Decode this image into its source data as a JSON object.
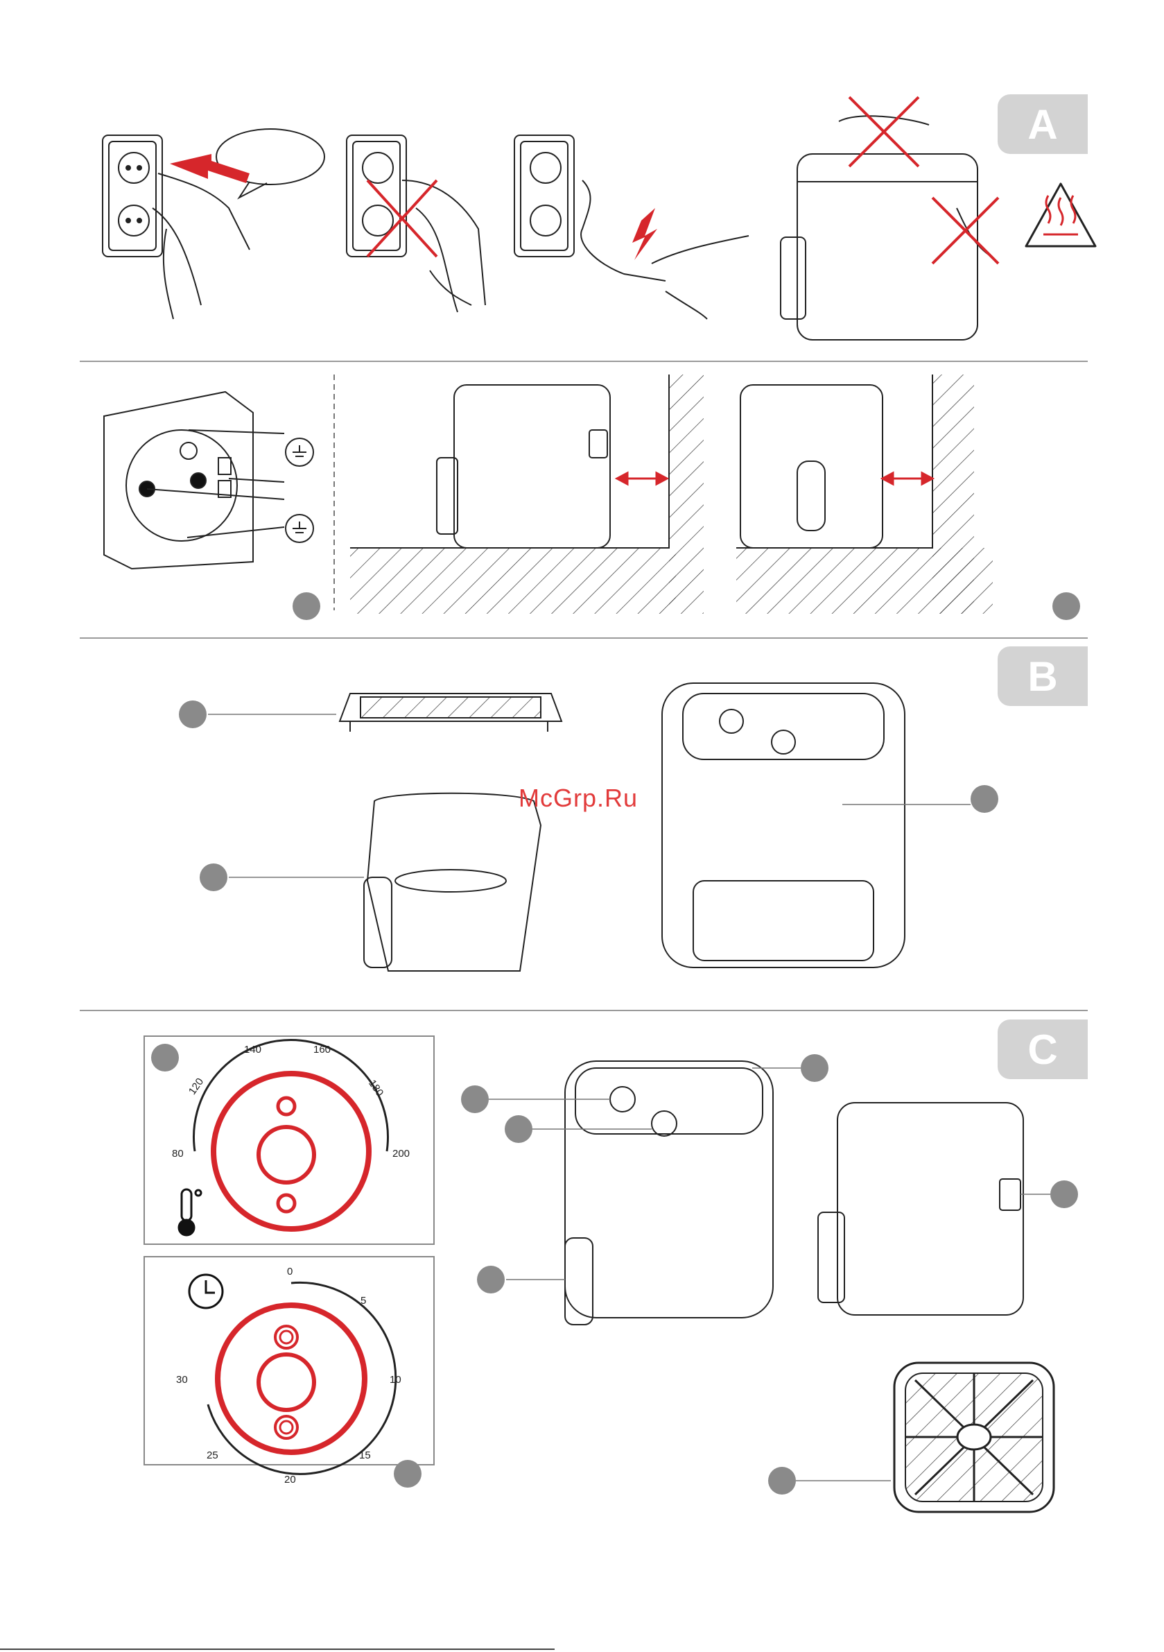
{
  "sections": [
    {
      "letter": "A"
    },
    {
      "letter": "B"
    },
    {
      "letter": "C"
    }
  ],
  "watermark": "McGrp.Ru",
  "temperature_dial": {
    "labels": [
      "80",
      "120",
      "140",
      "160",
      "180",
      "200"
    ],
    "icon": "thermometer-icon"
  },
  "timer_dial": {
    "labels": [
      "0",
      "5",
      "10",
      "15",
      "20",
      "25",
      "30"
    ],
    "icon": "clock-icon"
  },
  "colors": {
    "accent_red": "#d6262b",
    "badge_gray": "#d3d3d3",
    "callout_gray": "#8a8a8a",
    "line": "#333333"
  }
}
